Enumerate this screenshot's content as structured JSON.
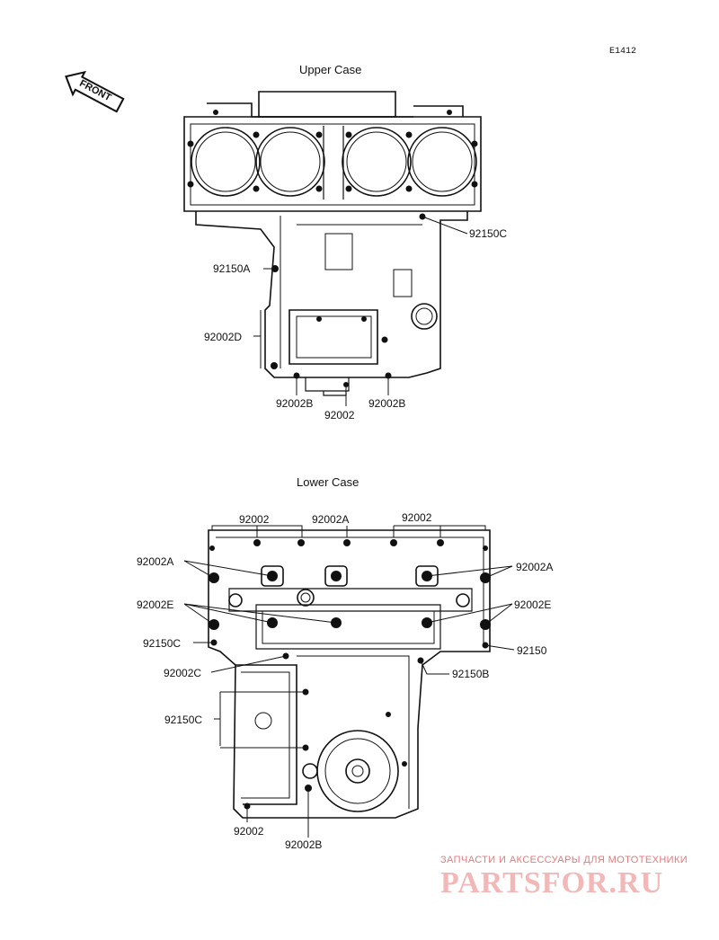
{
  "diagram_code": "E1412",
  "front_label": "FRONT",
  "upper": {
    "title": "Upper Case",
    "labels": {
      "l_92150C": "92150C",
      "l_92150A": "92150A",
      "l_92002D": "92002D",
      "l_92002B_left": "92002B",
      "l_92002": "92002",
      "l_92002B_right": "92002B"
    }
  },
  "lower": {
    "title": "Lower Case",
    "labels": {
      "l_92002_topleft": "92002",
      "l_92002A_top": "92002A",
      "l_92002_topright": "92002",
      "l_92002A_left": "92002A",
      "l_92002A_right": "92002A",
      "l_92002E_left": "92002E",
      "l_92002E_right": "92002E",
      "l_92150C_left": "92150C",
      "l_92150": "92150",
      "l_92002C": "92002C",
      "l_92150B": "92150B",
      "l_92150C_lower": "92150C",
      "l_92002_bottom": "92002",
      "l_92002B_bottom": "92002B"
    }
  },
  "watermark": {
    "tagline": "ЗАПЧАСТИ И АКСЕССУАРЫ ДЛЯ МОТОТЕХНИКИ",
    "logo": "PARTSFOR.RU"
  },
  "colors": {
    "line": "#111111",
    "watermark": "#f2b8b8"
  }
}
